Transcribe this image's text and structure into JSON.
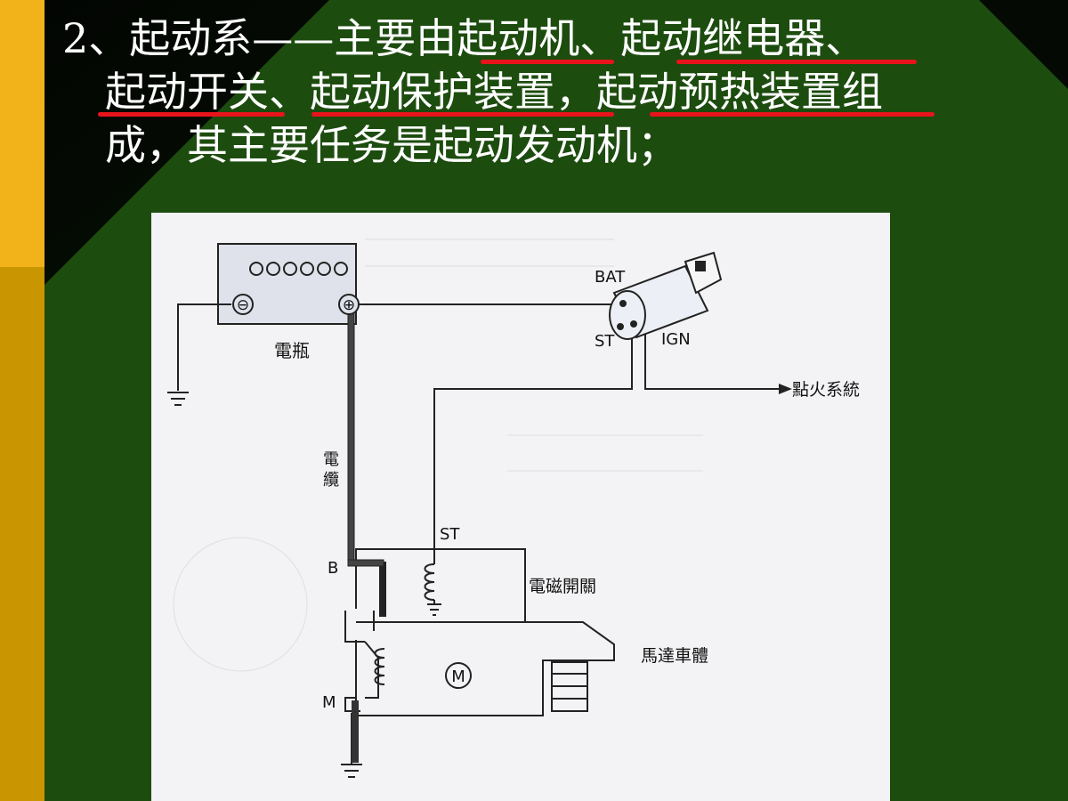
{
  "slide": {
    "title_lines": [
      "2、起动系——主要由起动机、起动继电器、",
      "起动开关、起动保护装置，起动预热装置组",
      "成，其主要任务是起动发动机；"
    ],
    "colors": {
      "background_dark": "#0a1a06",
      "background_green": "#1d4c0f",
      "sidebar_yellow": "#f2b21a",
      "sidebar_gold": "#c99500",
      "title_text": "#ffffff",
      "underline": "#e8141b",
      "figure_bg": "#f3f3f5"
    }
  },
  "diagram": {
    "labels": {
      "battery": "電瓶",
      "battery_minus": "⊖",
      "battery_plus": "⊕",
      "cable": "電纜",
      "bat": "BAT",
      "st_switch": "ST",
      "ign": "IGN",
      "ignition_system": "點火系統",
      "st_solenoid": "ST",
      "terminal_b": "B",
      "terminal_m": "M",
      "solenoid_switch": "電磁開關",
      "motor_body": "馬達車體",
      "motor_symbol": "M"
    }
  }
}
